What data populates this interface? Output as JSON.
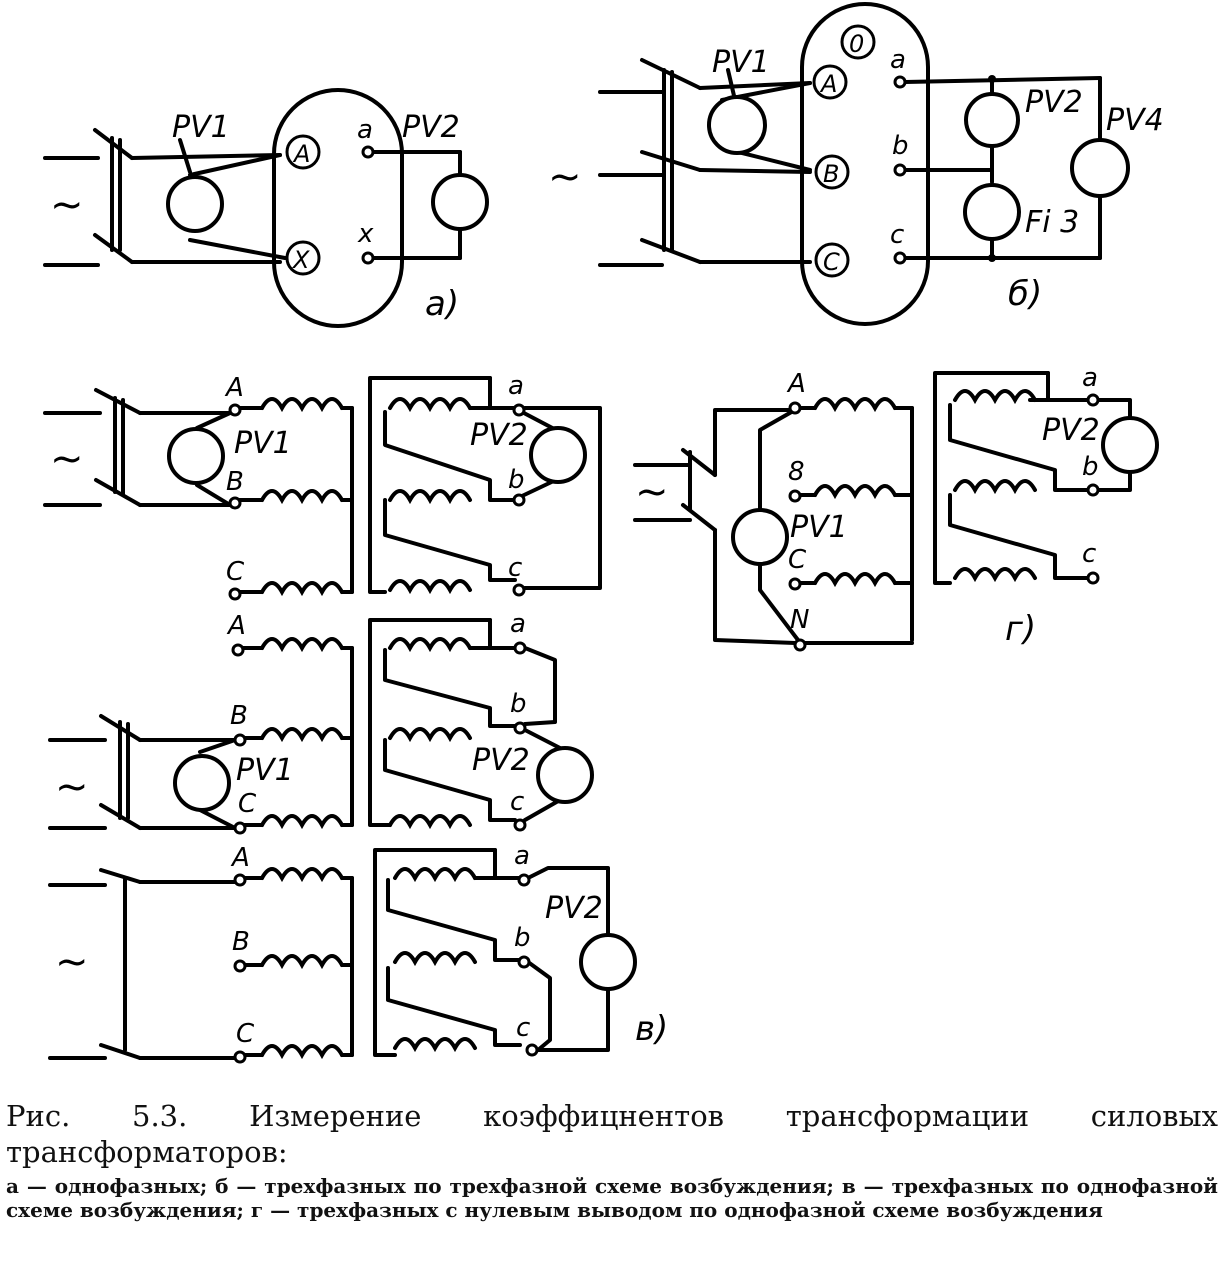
{
  "diagram": {
    "panel_a": {
      "panel_label": "а)",
      "source_symbol": "~",
      "meter_1": "PV1",
      "meter_2": "PV2",
      "primary_terminals": [
        "A",
        "X"
      ],
      "secondary_terminals": [
        "a",
        "x"
      ]
    },
    "panel_b": {
      "panel_label": "б)",
      "source_symbol": "~",
      "neutral_terminal": "0",
      "primary_terminals": [
        "A",
        "B",
        "C"
      ],
      "secondary_terminals": [
        "a",
        "b",
        "c"
      ],
      "meters": [
        "PV1",
        "PV2",
        "PV4"
      ],
      "meter_3_label": "Fi 3"
    },
    "panel_v": {
      "panel_label": "в)",
      "source_symbol": "~",
      "primary_terminals": [
        "A",
        "B",
        "C"
      ],
      "secondary_terminals": [
        "a",
        "b",
        "c"
      ],
      "meter_1": "PV1",
      "meter_2": "PV2"
    },
    "panel_g": {
      "panel_label": "г)",
      "source_symbol": "~",
      "primary_terminals": [
        "A",
        "8",
        "C",
        "N"
      ],
      "secondary_terminals": [
        "a",
        "b",
        "c"
      ],
      "meter_1": "PV1",
      "meter_2": "PV2"
    }
  },
  "caption": {
    "title": "Рис. 5.3. Измерение коэффицнентов трансформации силовых трансформаторов:",
    "body": "а — однофазных; б — трехфазных по трехфазной схеме возбуждения; в — трехфазных по однофазной схеме возбуждения; г — трехфазных с нулевым выводом по однофазной схеме возбуждения"
  }
}
